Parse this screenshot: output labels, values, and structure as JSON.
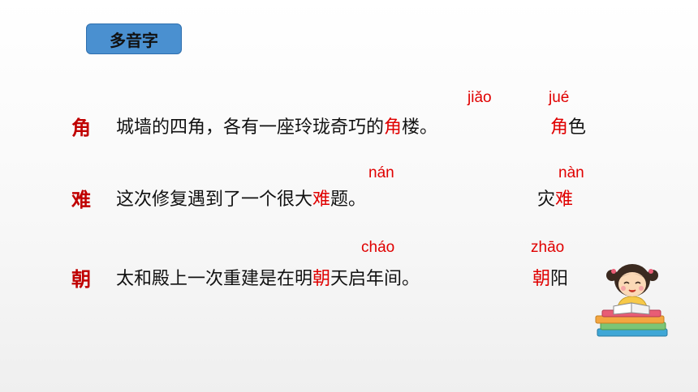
{
  "badge": "多音字",
  "rows": [
    {
      "char": "角",
      "pinyin1": "jiǎo",
      "sentence_pre": "城墙的四角，各有一座玲珑奇巧的",
      "sentence_mid": "角",
      "sentence_post": "楼。",
      "pinyin2": "jué",
      "word_red": "角",
      "word_rest": "色"
    },
    {
      "char": "难",
      "pinyin1": "nán",
      "sentence_pre": "这次修复遇到了一个很大",
      "sentence_mid": "难",
      "sentence_post": "题。",
      "pinyin2": "nàn",
      "word_pre": "灾",
      "word_red": "难"
    },
    {
      "char": "朝",
      "pinyin1": "cháo",
      "sentence_pre": "太和殿上一次重建是在明",
      "sentence_mid": "朝",
      "sentence_post": "天启年间。",
      "pinyin2": "zhāo",
      "word_red": "朝",
      "word_rest": "阳"
    }
  ],
  "colors": {
    "accent_red": "#e00000",
    "badge_blue": "#4a90d0"
  },
  "illustration": "girl-reading-on-books-icon"
}
